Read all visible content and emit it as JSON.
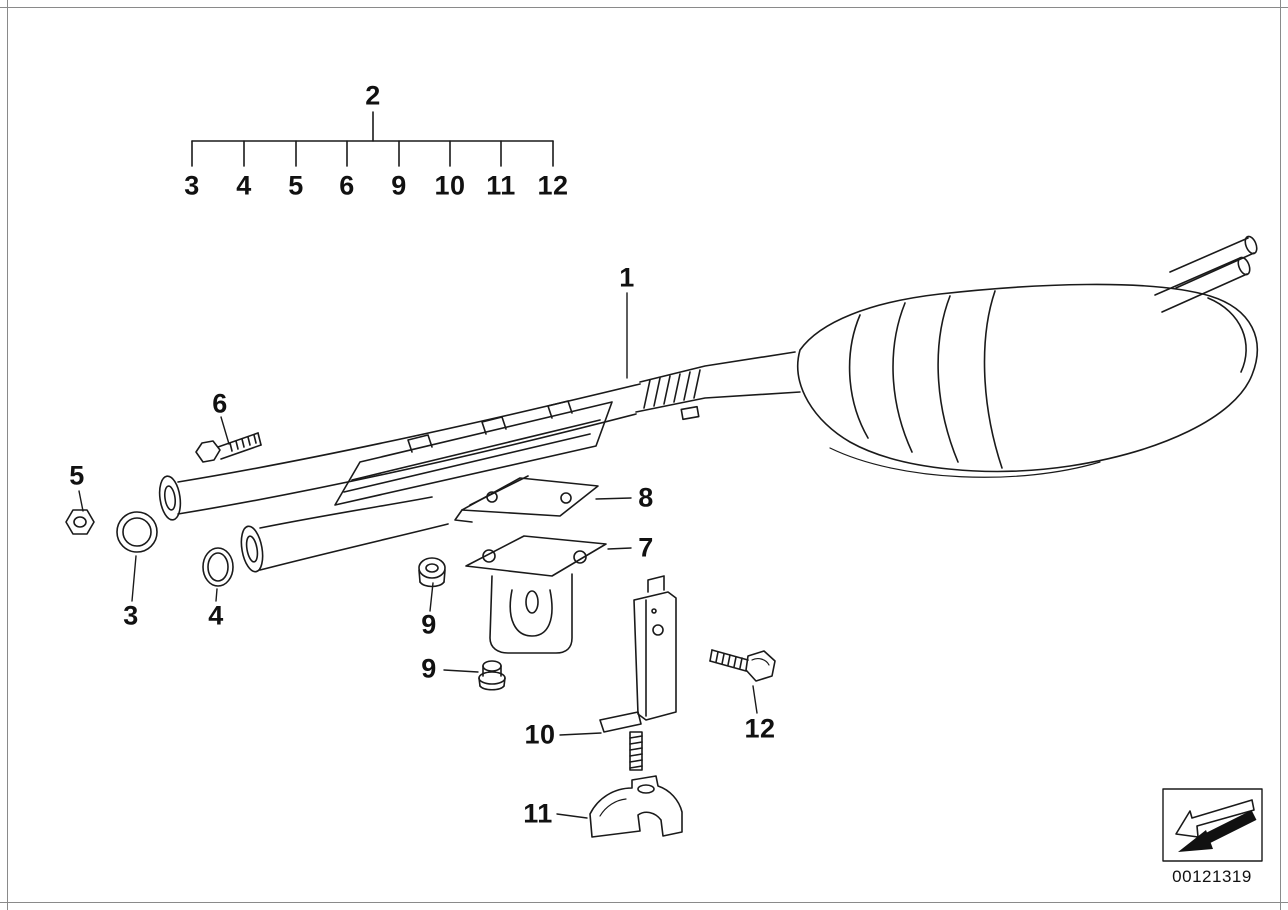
{
  "page": {
    "background": "#ffffff",
    "line_color": "#1a1a1a",
    "frame_color": "#8a8a8a"
  },
  "parts_tree": {
    "root": "2",
    "children": [
      "3",
      "4",
      "5",
      "6",
      "9",
      "10",
      "11",
      "12"
    ]
  },
  "callouts": {
    "rear_muffler": "1",
    "bolt_front": "6",
    "nut_front": "5",
    "clamp_ring": "3",
    "gasket_ring": "4",
    "bracket_plate": "8",
    "support_bracket": "7",
    "grommet": "9",
    "cap_nut": "9",
    "hanger_bracket": "10",
    "clamp": "11",
    "hex_bolt": "12"
  },
  "footer": {
    "diagram_id": "00121319",
    "icon": "direction-of-travel-arrow-icon"
  }
}
